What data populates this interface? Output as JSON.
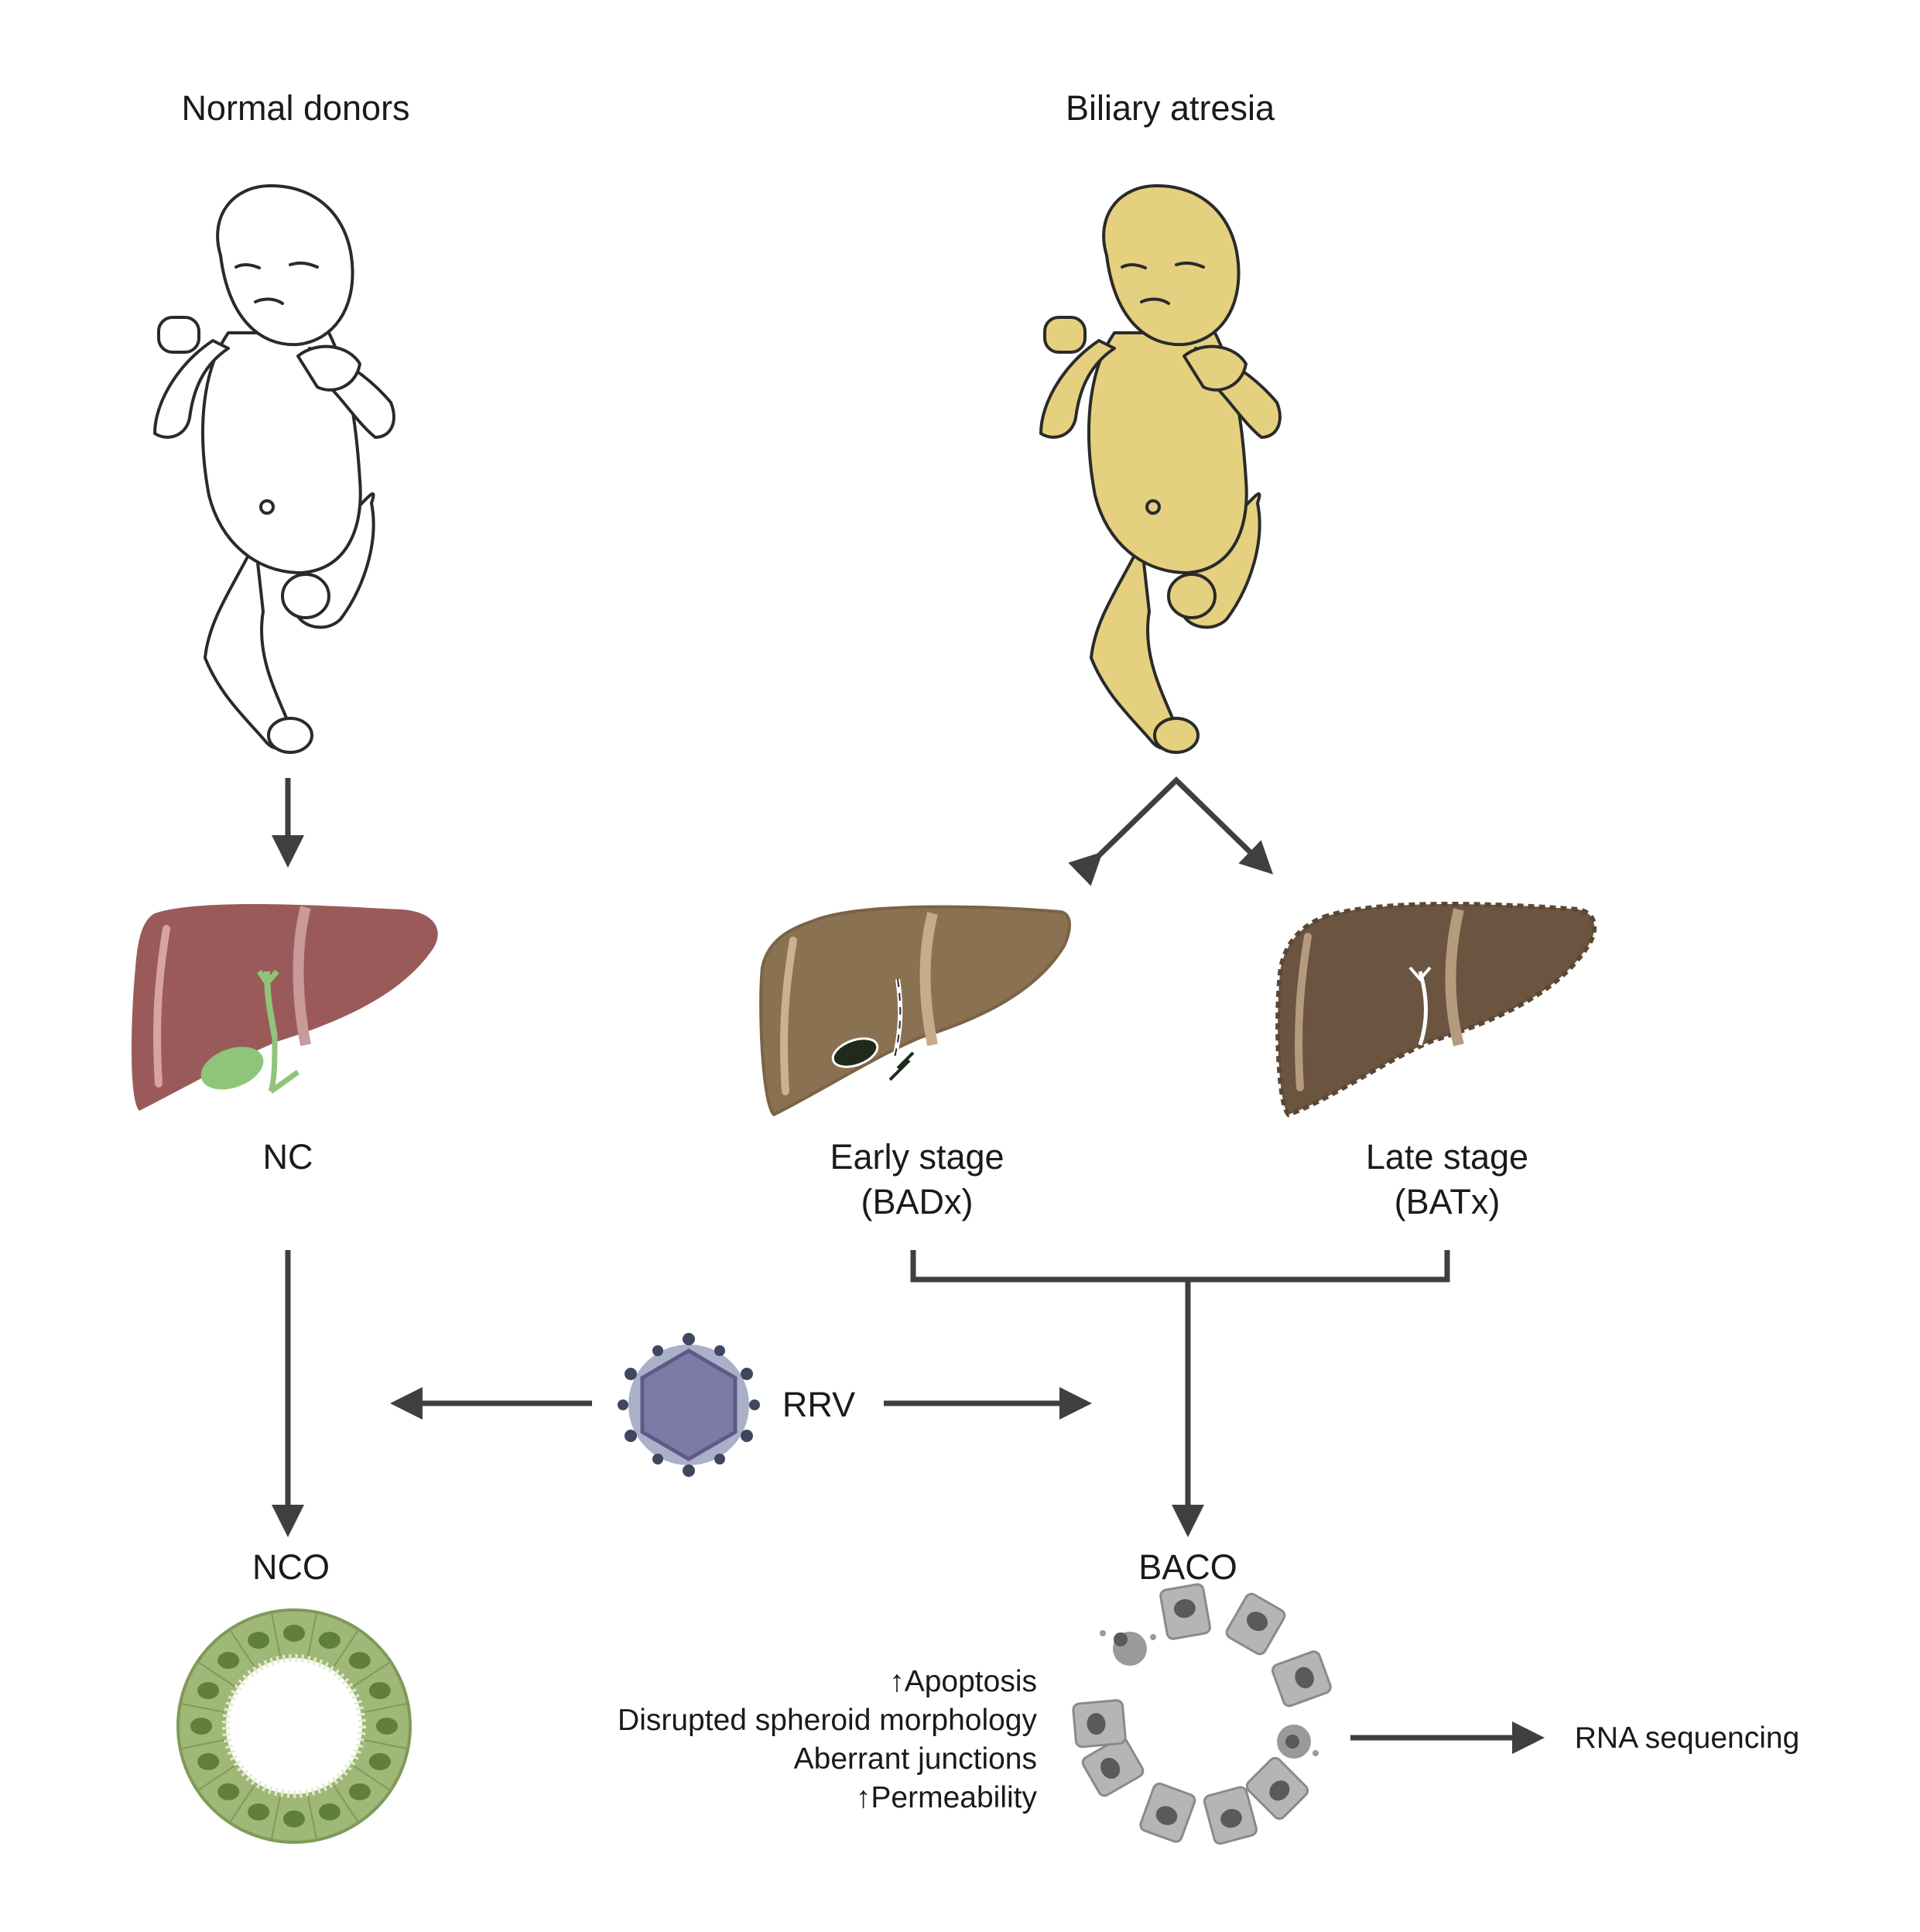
{
  "columns": {
    "normal": {
      "title": "Normal donors"
    },
    "atresia": {
      "title": "Biliary atresia"
    }
  },
  "livers": {
    "nc": {
      "label": "NC"
    },
    "early": {
      "label_line1": "Early stage",
      "label_line2": "(BADx)"
    },
    "late": {
      "label_line1": "Late stage",
      "label_line2": "(BATx)"
    }
  },
  "virus": {
    "label": "RRV"
  },
  "organoids": {
    "nco": {
      "label": "NCO"
    },
    "baco": {
      "label": "BACO"
    }
  },
  "phenotypes": [
    {
      "arrow": "↑",
      "text": "Apoptosis"
    },
    {
      "arrow": "",
      "text": "Disrupted spheroid morphology"
    },
    {
      "arrow": "",
      "text": "Aberrant junctions"
    },
    {
      "arrow": "↑",
      "text": "Permeability"
    }
  ],
  "output": {
    "label": "RNA sequencing"
  },
  "colors": {
    "jaundice_skin": "#e4d07e",
    "normal_liver": "#9b5a5a",
    "gallbladder": "#8fc57a",
    "early_liver": "#8a7152",
    "late_liver": "#6b5540",
    "virus_core": "#7e7aa6",
    "organoid_green": "#9fb877",
    "organoid_nucleus": "#5f7f3a",
    "damaged_cell": "#b5b5b5"
  }
}
